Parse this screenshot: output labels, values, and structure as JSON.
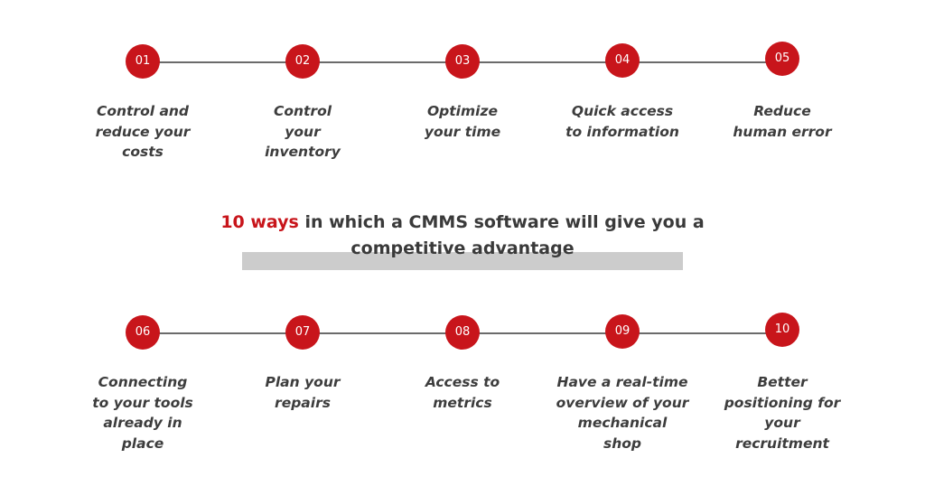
{
  "title": {
    "accent": "10 ways",
    "rest_line1": " in which a CMMS software will give you a",
    "line2": "competitive advantage"
  },
  "colors": {
    "accent": "#c8151b",
    "text": "#3d3d3d",
    "connector": "#6b6b6b",
    "highlight": "#cccccc"
  },
  "steps_top": [
    {
      "number": "01",
      "lines": [
        "Control and",
        "reduce your",
        "costs"
      ]
    },
    {
      "number": "02",
      "lines": [
        "Control",
        "your",
        "inventory"
      ]
    },
    {
      "number": "03",
      "lines": [
        "Optimize",
        "your time"
      ]
    },
    {
      "number": "04",
      "lines": [
        "Quick access",
        "to information"
      ]
    },
    {
      "number": "05",
      "lines": [
        "Reduce",
        "human error"
      ]
    }
  ],
  "steps_bottom": [
    {
      "number": "06",
      "lines": [
        "Connecting",
        "to your tools",
        "already in",
        "place"
      ]
    },
    {
      "number": "07",
      "lines": [
        "Plan your",
        "repairs"
      ]
    },
    {
      "number": "08",
      "lines": [
        "Access to",
        "metrics"
      ]
    },
    {
      "number": "09",
      "lines": [
        "Have a real-time",
        "overview of your",
        "mechanical",
        "shop"
      ]
    },
    {
      "number": "10",
      "lines": [
        "Better",
        "positioning for",
        "your",
        "recruitment"
      ]
    }
  ]
}
